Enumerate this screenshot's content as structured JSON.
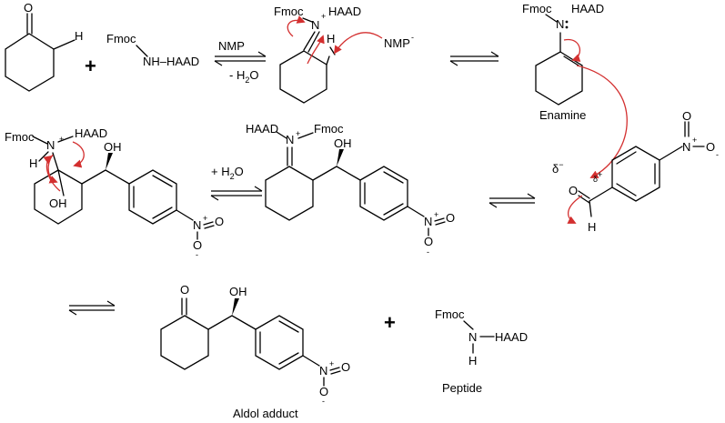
{
  "reactants": {
    "plus": "+",
    "fmoc": "Fmoc",
    "amine": "NH–HAAD"
  },
  "step1": {
    "reagent_top": "NMP",
    "reagent_bottom": "- H",
    "water_sub": "2",
    "water_o": "O"
  },
  "iminium1": {
    "fmoc": "Fmoc",
    "n": "N",
    "plus": "+",
    "haad": "HAAD",
    "h": "H",
    "base": "NMP",
    "base_charge": "-"
  },
  "enamine": {
    "fmoc": "Fmoc",
    "n": "N",
    "haad": "HAAD",
    "label": "Enamine"
  },
  "aldehyde": {
    "o": "O",
    "h": "H",
    "delta_minus": "δ",
    "delta_plus": "δ",
    "minus": "−",
    "plus": "+",
    "nitro_n": "N",
    "nitro_plus": "+",
    "nitro_o_top": "O",
    "nitro_o_right": "O",
    "nitro_minus": "-"
  },
  "iminium2": {
    "haad": "HAAD",
    "n": "N",
    "plus": "+",
    "fmoc": "Fmoc",
    "oh": "OH",
    "nitro_n": "N",
    "nitro_plus": "+",
    "nitro_o": "O",
    "nitro_o2": "O",
    "nitro_minus": "-",
    "water": "+ H",
    "water_sub": "2",
    "water_o": "O"
  },
  "carbinolamine": {
    "fmoc": "Fmoc",
    "n": "N",
    "plus": "+",
    "haad": "HAAD",
    "h": "H",
    "oh_ring": "OH",
    "oh_top": "OH",
    "nitro_n": "N",
    "nitro_plus": "+",
    "nitro_o": "O",
    "nitro_o2": "O",
    "nitro_minus": "-"
  },
  "products": {
    "ketone_o": "O",
    "oh": "OH",
    "nitro_n": "N",
    "nitro_plus": "+",
    "nitro_o": "O",
    "nitro_o2": "O",
    "nitro_minus": "-",
    "aldol_label": "Aldol adduct",
    "plus": "+",
    "fmoc": "Fmoc",
    "n": "N",
    "haad": "HAAD",
    "h": "H",
    "peptide_label": "Peptide"
  }
}
